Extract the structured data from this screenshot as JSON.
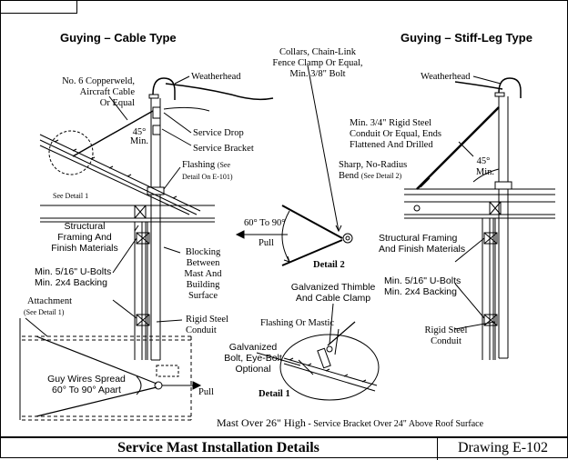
{
  "headings": {
    "cable": "Guying – Cable Type",
    "stiff": "Guying – Stiff-Leg Type"
  },
  "left": {
    "weatherhead": "Weatherhead",
    "cable1": "No. 6 Copperweld,",
    "cable2": "Aircraft Cable",
    "cable3": "Or Equal",
    "angle1": "45°",
    "angle2": "Min.",
    "service_drop": "Service Drop",
    "service_bracket": "Service Bracket",
    "flashing1": "Flashing",
    "flashing1b": "(See",
    "flashing2": "Detail On E-101)",
    "see_detail": "See Detail 1",
    "structural1": "Structural",
    "structural2": "Framing And",
    "structural3": "Finish Materials",
    "blocking1": "Blocking",
    "blocking2": "Between",
    "blocking3": "Mast And",
    "blocking4": "Building",
    "blocking5": "Surface",
    "ubolt1": "Min. 5/16\" U-Bolts",
    "ubolt2": "Min. 2x4 Backing",
    "rigid1": "Rigid Steel",
    "rigid2": "Conduit",
    "attachment1": "Attachment",
    "attachment2": "(See Detail 1)",
    "spread1": "Guy Wires Spread",
    "spread2": "60° To 90° Apart",
    "pull": "Pull"
  },
  "middle": {
    "collars1": "Collars, Chain-Link",
    "collars2": "Fence Clamp Or Equal,",
    "collars3": "Min. 3/8\" Bolt",
    "angle": "60° To 90°",
    "pull": "Pull",
    "detail2": "Detail 2",
    "thimble1": "Galvanized Thimble",
    "thimble2": "And Cable Clamp",
    "flashing_mastic": "Flashing Or Mastic",
    "bolt1": "Galvanized",
    "bolt2": "Bolt, Eye-Bolt",
    "bolt3": "Optional",
    "detail1": "Detail 1"
  },
  "right": {
    "weatherhead": "Weatherhead",
    "conduit1": "Min. 3/4\" Rigid Steel",
    "conduit2": "Conduit Or Equal, Ends",
    "conduit3": "Flattened And Drilled",
    "bend1": "Sharp, No-Radius",
    "bend2": "Bend",
    "bend2b": "(See Detail 2)",
    "angle1": "45°",
    "angle2": "Min.",
    "structural1": "Structural Framing",
    "structural2": "And Finish Materials",
    "ubolt1": "Min. 5/16\" U-Bolts",
    "ubolt2": "Min. 2x4 Backing",
    "rigid1": "Rigid Steel",
    "rigid2": "Conduit"
  },
  "note": {
    "main": "Mast Over 26\" High",
    "sub": " - Service Bracket Over 24\" Above Roof Surface"
  },
  "footer": {
    "title": "Service Mast Installation Details",
    "drawing": "Drawing E-102"
  }
}
